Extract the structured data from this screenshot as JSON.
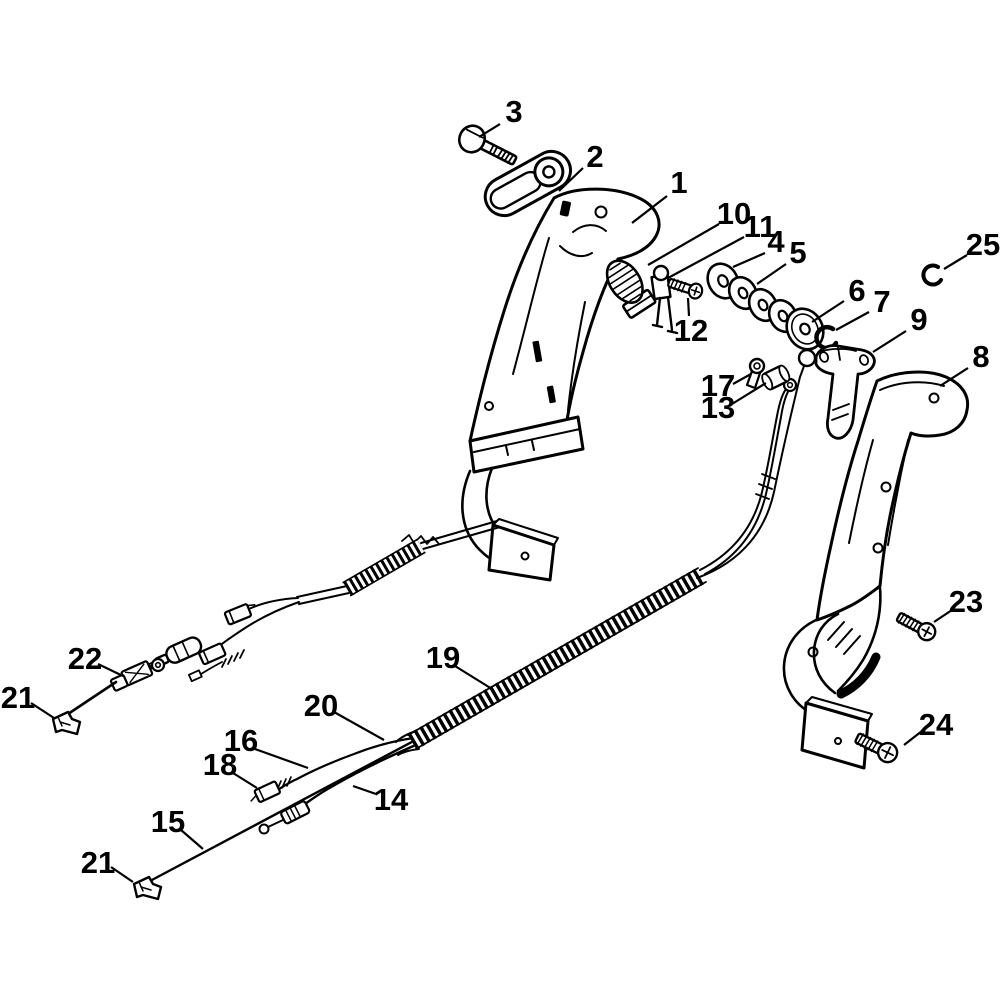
{
  "page": {
    "description": "Black-and-white exploded parts diagram of a control handle assembly with numbered callouts",
    "background_color": "#ffffff",
    "ink_color": "#000000"
  },
  "diagram": {
    "callouts": [
      {
        "part_number": "3"
      },
      {
        "part_number": "2"
      },
      {
        "part_number": "1"
      },
      {
        "part_number": "10"
      },
      {
        "part_number": "11"
      },
      {
        "part_number": "4"
      },
      {
        "part_number": "5"
      },
      {
        "part_number": "12"
      },
      {
        "part_number": "6"
      },
      {
        "part_number": "7"
      },
      {
        "part_number": "25"
      },
      {
        "part_number": "9"
      },
      {
        "part_number": "8"
      },
      {
        "part_number": "17"
      },
      {
        "part_number": "13"
      },
      {
        "part_number": "22"
      },
      {
        "part_number": "21"
      },
      {
        "part_number": "19"
      },
      {
        "part_number": "20"
      },
      {
        "part_number": "16"
      },
      {
        "part_number": "18"
      },
      {
        "part_number": "14"
      },
      {
        "part_number": "15"
      },
      {
        "part_number": "21"
      },
      {
        "part_number": "23"
      },
      {
        "part_number": "24"
      }
    ]
  }
}
